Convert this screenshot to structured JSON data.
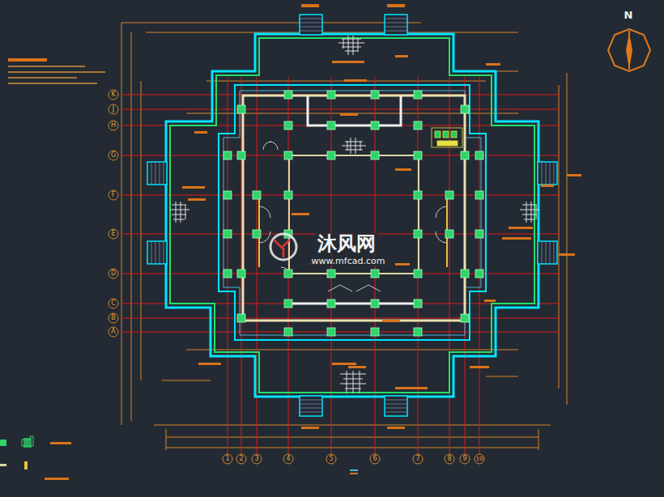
{
  "diagram": {
    "labels": [
      "N",
      "K",
      "J",
      "H",
      "G",
      "F",
      "E",
      "D",
      "C",
      "B",
      "A",
      "1",
      "2",
      "3",
      "4",
      "5",
      "6",
      "7",
      "8",
      "9",
      "10",
      "沐风网",
      "www.mfcad.com"
    ]
  }
}
